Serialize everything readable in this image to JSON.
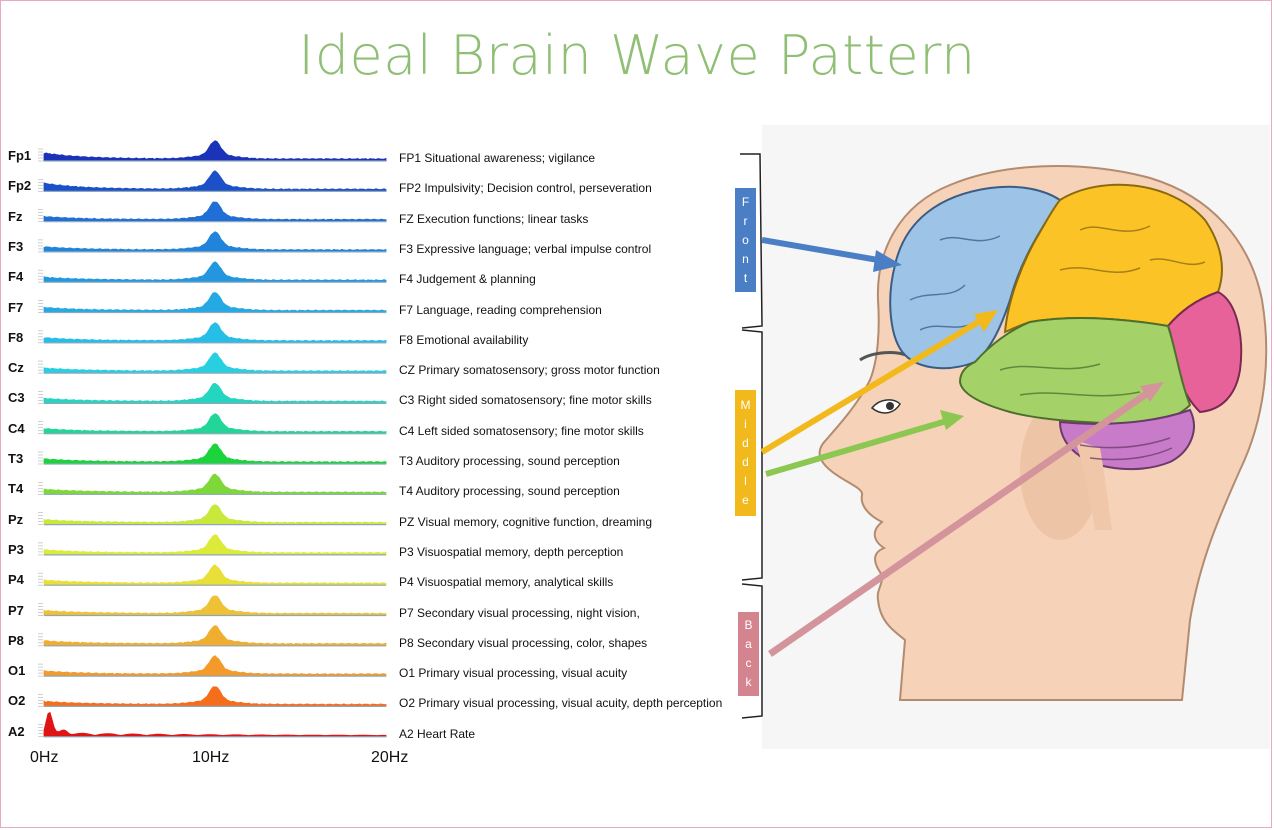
{
  "title": "Ideal Brain Wave Pattern",
  "channels": [
    {
      "label": "Fp1",
      "desc": "FP1 Situational awareness; vigilance",
      "color": "#1a33b8"
    },
    {
      "label": "Fp2",
      "desc": "FP2 Impulsivity; Decision control, perseveration",
      "color": "#1b50c8"
    },
    {
      "label": "Fz",
      "desc": "FZ Execution functions; linear tasks",
      "color": "#1f6fd6"
    },
    {
      "label": "F3",
      "desc": "F3 Expressive language; verbal impulse control",
      "color": "#2184dc"
    },
    {
      "label": "F4",
      "desc": "F4 Judgement & planning",
      "color": "#2396e0"
    },
    {
      "label": "F7",
      "desc": "F7 Language, reading comprehension",
      "color": "#25a9e4"
    },
    {
      "label": "F8",
      "desc": "F8 Emotional availability",
      "color": "#26bde6"
    },
    {
      "label": "Cz",
      "desc": "CZ Primary somatosensory; gross motor function",
      "color": "#27cfe0"
    },
    {
      "label": "C3",
      "desc": "C3 Right sided somatosensory; fine motor skills",
      "color": "#24d6bf"
    },
    {
      "label": "C4",
      "desc": "C4 Left sided somatosensory; fine motor skills",
      "color": "#22d69a"
    },
    {
      "label": "T3",
      "desc": "T3 Auditory processing, sound perception",
      "color": "#1bd33a"
    },
    {
      "label": "T4",
      "desc": "T4 Auditory processing, sound perception",
      "color": "#7ed83a"
    },
    {
      "label": "Pz",
      "desc": "PZ Visual memory, cognitive function, dreaming",
      "color": "#c8e83c"
    },
    {
      "label": "P3",
      "desc": "P3 Visuospatial memory, depth perception",
      "color": "#dcea3a"
    },
    {
      "label": "P4",
      "desc": "P4 Visuospatial memory, analytical skills",
      "color": "#e8e038"
    },
    {
      "label": "P7",
      "desc": "P7 Secondary visual processing, night vision,",
      "color": "#efc236"
    },
    {
      "label": "P8",
      "desc": "P8 Secondary visual processing, color, shapes",
      "color": "#f0ae30"
    },
    {
      "label": "O1",
      "desc": "O1 Primary visual processing, visual acuity",
      "color": "#f39a2a"
    },
    {
      "label": "O2",
      "desc": "O2 Primary visual processing, visual acuity, depth perception",
      "color": "#f56e1c"
    },
    {
      "label": "A2",
      "desc": "A2 Heart Rate",
      "color": "#e01414"
    }
  ],
  "x_axis": [
    "0Hz",
    "10Hz",
    "20Hz"
  ],
  "regions": [
    {
      "name": "Front",
      "color": "#4a7fc6"
    },
    {
      "name": "Middle",
      "color": "#f2b91c"
    },
    {
      "name": "Back",
      "color": "#d4848e"
    }
  ],
  "lobe_colors": {
    "frontal": "#9dc3e6",
    "parietal": "#fbc325",
    "temporal": "#a5d169",
    "occipital": "#e8629a",
    "cerebellum": "#c77bc8",
    "skin": "#f6d3b8",
    "arrow_front": "#4a7fc6",
    "arrow_yellow": "#f2b91c",
    "arrow_green": "#8cc751",
    "arrow_pink": "#d4949c"
  }
}
